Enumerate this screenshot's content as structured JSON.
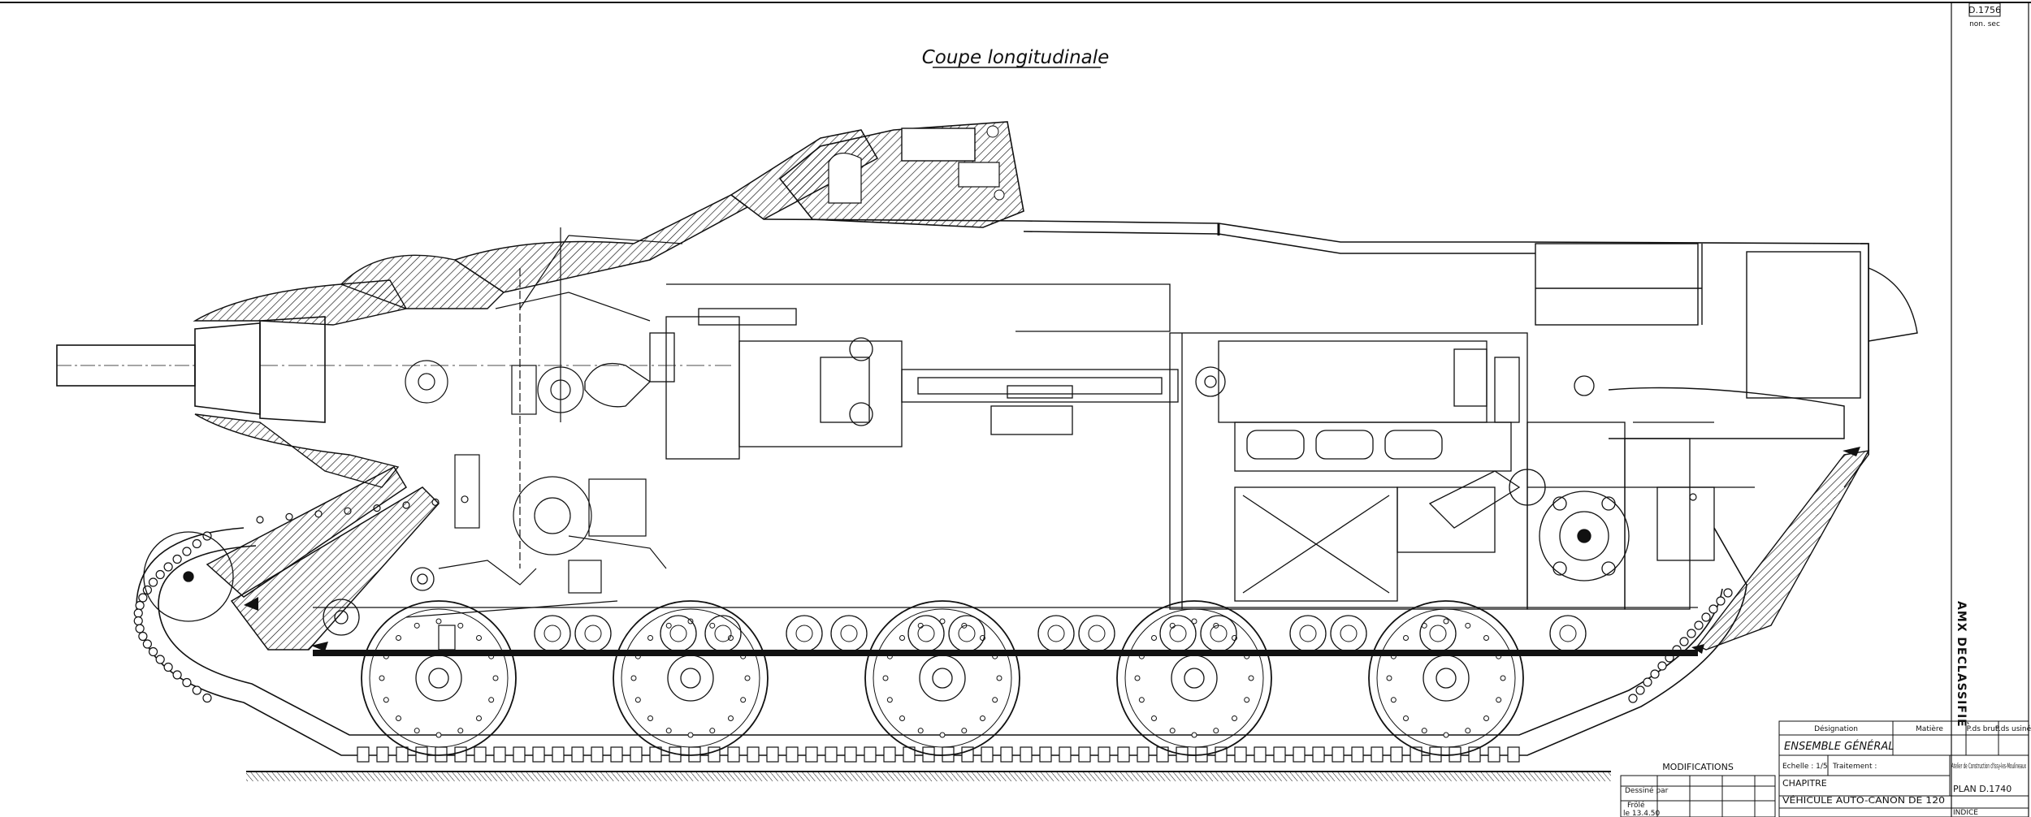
{
  "title": "Coupe longitudinale",
  "drawing_number": "D.1756",
  "drawing_sub": "non. sec",
  "stamp": "AMX DECLASSIFIÉ",
  "modifications_header": "MODIFICATIONS",
  "title_block": {
    "col_designation": "Désignation",
    "col_matiere": "Matière",
    "col_poids_brut": "P.ds brut",
    "col_poids_usine": "P.ds usiné",
    "designation_value": "ENSEMBLE GÉNÉRAL",
    "scale": "Echelle : 1/5",
    "treatment": "Traitement :",
    "workshop": "Atelier de Construction d'Issy-les-Moulineaux",
    "chapter_label": "CHAPITRE",
    "vehicle": "VÉHICULE AUTO-CANON DE 120",
    "plan": "PLAN D.1740",
    "index": "INDICE",
    "drawn_label": "Dessiné par",
    "drawn_name": "Frölé",
    "date": "le 13.4.50"
  }
}
